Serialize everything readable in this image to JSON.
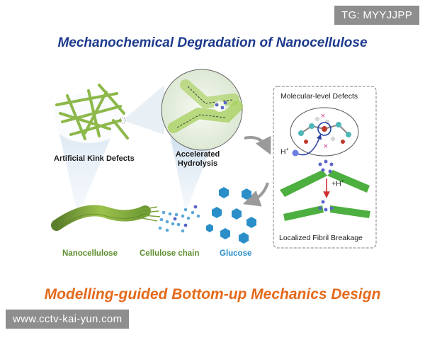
{
  "watermarks": {
    "top_right": "TG: MYYJJPP",
    "bottom_left": "www.cctv-kai-yun.com"
  },
  "titles": {
    "top": "Mechanochemical Degradation of Nanocellulose",
    "bottom": "Modelling-guided Bottom-up Mechanics Design"
  },
  "labels": {
    "kink": "Artificial Kink Defects",
    "hydrolysis": "Accelerated Hydrolysis",
    "molecular": "Molecular-level Defects",
    "proton": "H",
    "proton_add": "+H",
    "breakage": "Localized Fibril Breakage"
  },
  "captions": {
    "nanocellulose": "Nanocellulose",
    "chain": "Cellulose chain",
    "glucose": "Glucose"
  },
  "colors": {
    "title_blue": "#1d3a8c",
    "title_orange": "#e46a1b",
    "fibril_green": "#4caf3f",
    "caption_green": "#5e8f2e",
    "glucose_blue": "#2a8fc9"
  }
}
